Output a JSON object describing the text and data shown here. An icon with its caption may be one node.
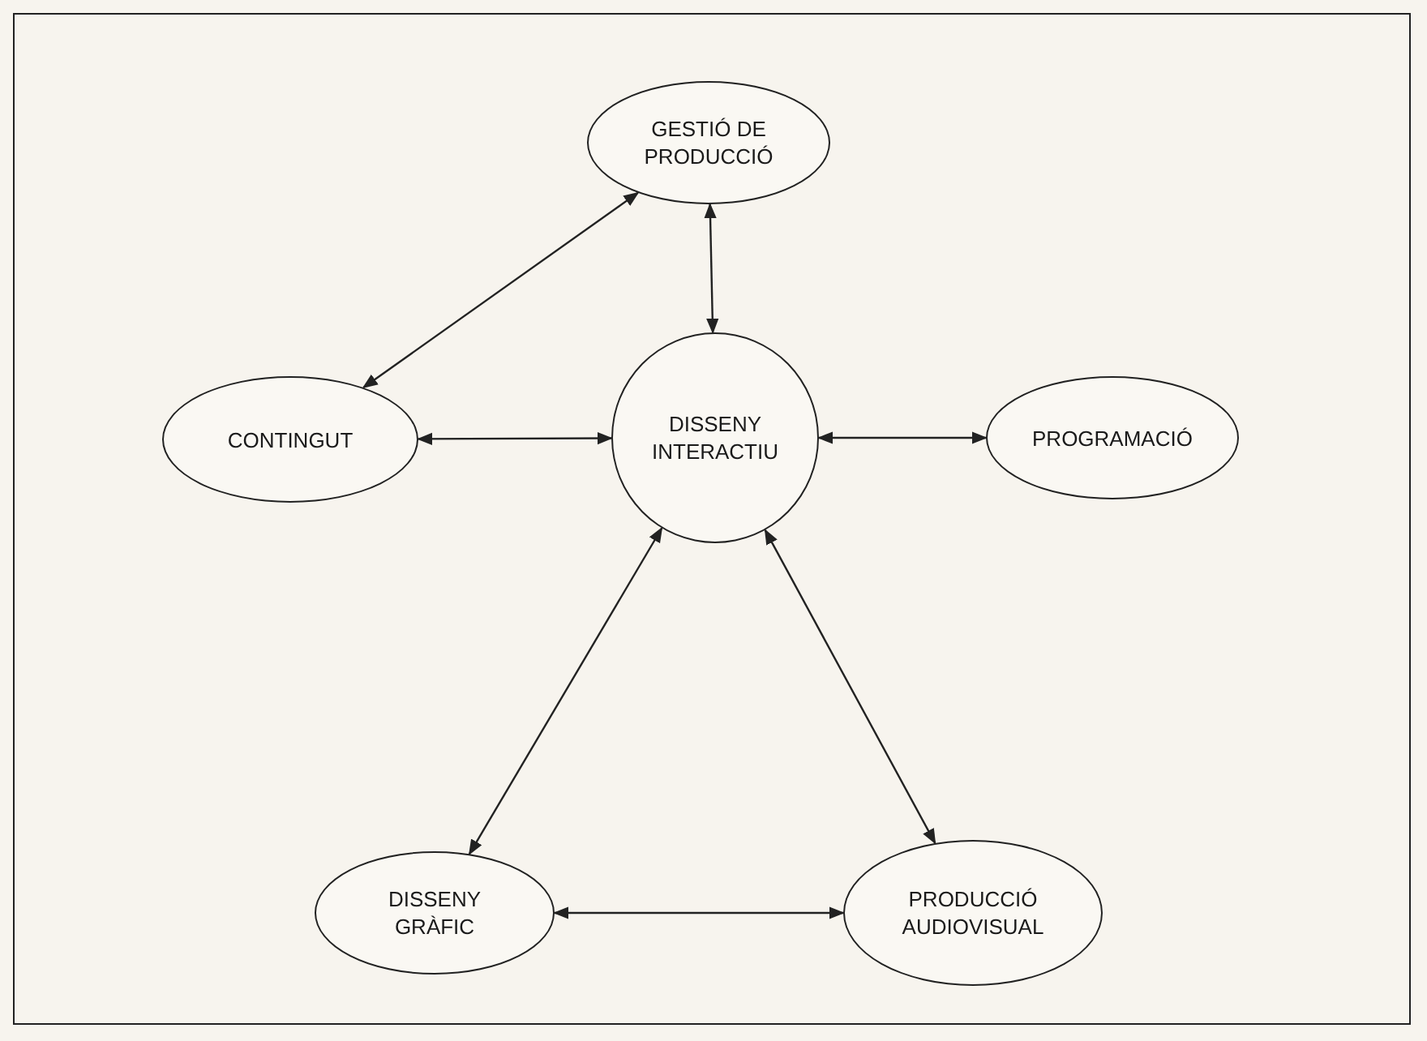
{
  "diagram": {
    "nodes": [
      {
        "text": [
          "GESTIÓ DE PRODUCCIÓ"
        ]
      },
      {
        "text": [
          "CONTINGUT"
        ]
      },
      {
        "text": [
          "DISSENY INTERACTIU"
        ]
      },
      {
        "text": [
          "PROGRAMACIÓ"
        ]
      },
      {
        "text": [
          "DISSENY GRÀFIC"
        ]
      },
      {
        "text": [
          "PRODUCCIÓ AUDIOVISUAL"
        ]
      }
    ],
    "edges": [
      {
        "from": 0,
        "to": 1,
        "arrow": "both"
      },
      {
        "from": 0,
        "to": 2,
        "arrow": "both"
      },
      {
        "from": 1,
        "to": 2,
        "arrow": "both"
      },
      {
        "from": 2,
        "to": 3,
        "arrow": "both"
      },
      {
        "from": 2,
        "to": 4,
        "arrow": "both"
      },
      {
        "from": 2,
        "to": 5,
        "arrow": "both"
      },
      {
        "from": 4,
        "to": 5,
        "arrow": "both"
      }
    ]
  }
}
